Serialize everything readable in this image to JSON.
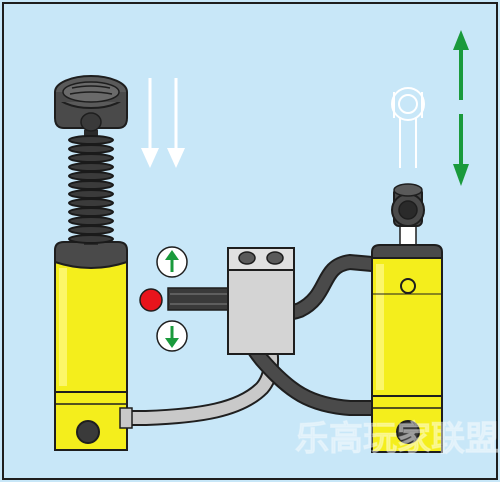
{
  "diagram": {
    "background": "#c8e7f8",
    "frame": "#1e1e1e",
    "part_colors": {
      "cylinder_yellow": "#f4ee1c",
      "dark_gray": "#4a4a4a",
      "light_gray": "#c9c9c9",
      "valve_gray": "#d4d4d4",
      "red_knob": "#e8141c",
      "green_arrow": "#1a9a3c",
      "white_arrow": "#ffffff"
    },
    "valve_positions": {
      "up_icon": "arrow-up",
      "down_icon": "arrow-down",
      "active": "neutral"
    },
    "pump_spring": {
      "state": "compressed",
      "direction": "down"
    },
    "actuator_motion": {
      "up": true,
      "down": true
    }
  },
  "watermark": {
    "text": "乐高玩家联盟"
  }
}
